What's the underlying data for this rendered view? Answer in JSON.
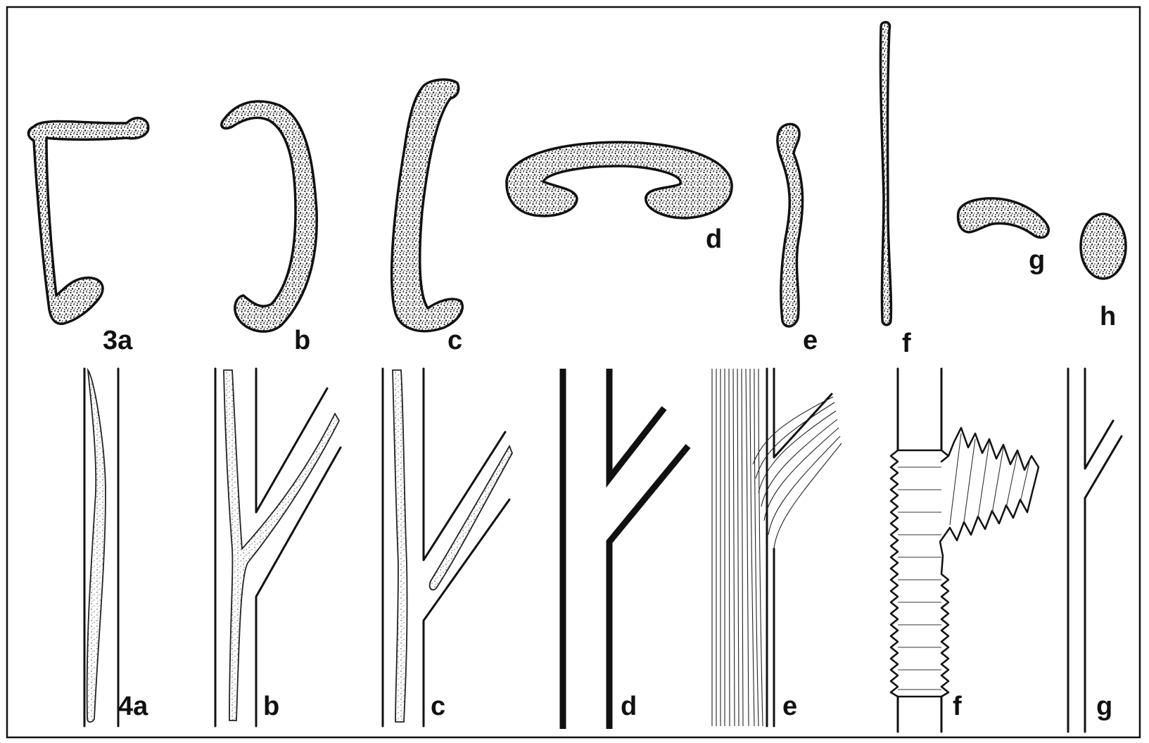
{
  "figure3": {
    "labels": [
      "3a",
      "b",
      "c",
      "d",
      "e",
      "f",
      "g",
      "h"
    ]
  },
  "figure4": {
    "labels": [
      "4a",
      "b",
      "c",
      "d",
      "e",
      "f",
      "g"
    ]
  },
  "colors": {
    "ink": "#111111",
    "paper": "#ffffff"
  }
}
